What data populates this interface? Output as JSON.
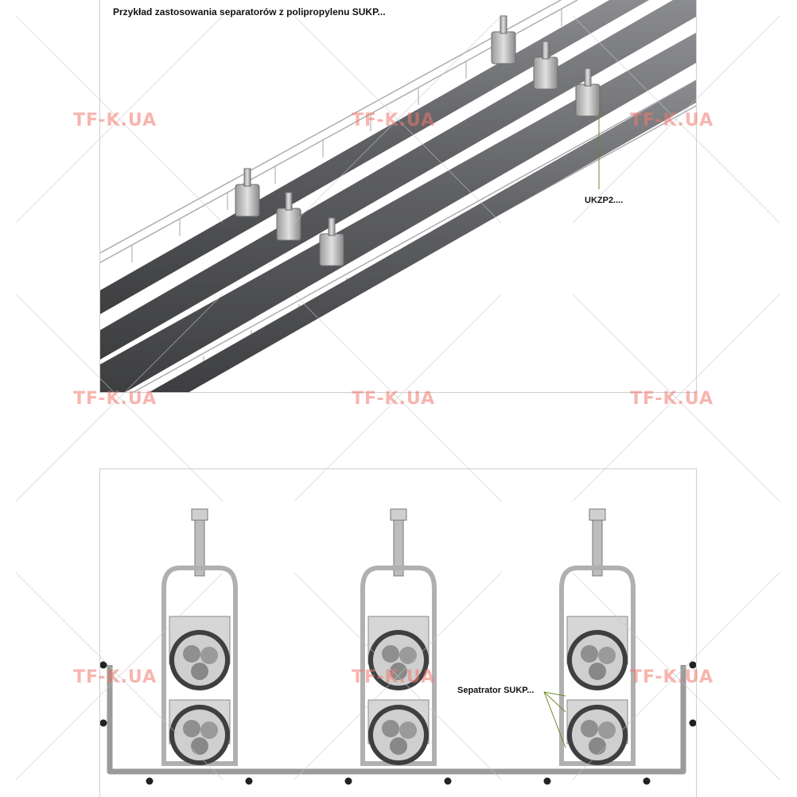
{
  "caption": "Przykład zastosowania separatorów z polipropylenu SUKP...",
  "labels": {
    "clamp": "UKZP2....",
    "separator": "Sepatrator SUKP..."
  },
  "watermark": {
    "text": "TF-K.UA",
    "color": "#f0786e"
  },
  "colors": {
    "cable": "#5f6063",
    "cable_highlight": "#8b8c8f",
    "tray_wire": "#a9a9a9",
    "leader_line": "#6f8a2a",
    "frame": "#cfcfcf"
  }
}
